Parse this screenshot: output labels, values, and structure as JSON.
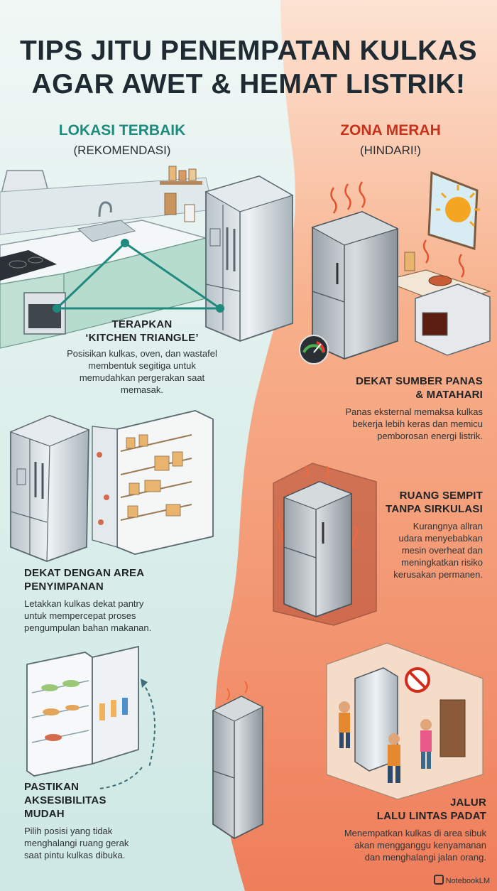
{
  "title": {
    "line1": "TIPS JITU PENEMPATAN KULKAS",
    "line2": "AGAR AWET & HEMAT LISTRIK!"
  },
  "left": {
    "heading": "LOKASI TERBAIK",
    "subheading": "(REKOMENDASI)",
    "tips": [
      {
        "title1": "TERAPKAN",
        "title2": "‘KITCHEN TRIANGLE’",
        "body": [
          "Posisikan kulkas, oven, dan wastafel",
          "membentuk segitiga untuk",
          "memudahkan pergerakan saat",
          "memasak."
        ]
      },
      {
        "title1": "DEKAT DENGAN AREA",
        "title2": "PENYIMPANAN",
        "body": [
          "Letakkan kulkas dekat pantry",
          "untuk mempercepat proses",
          "pengumpulan bahan makanan."
        ]
      },
      {
        "title1": "PASTIKAN",
        "title2": "AKSESIBILITAS",
        "title3": "MUDAH",
        "body": [
          "Pilih posisi yang tidak",
          "menghalangi ruang gerak",
          "saat pintu kulkas dibuka."
        ]
      }
    ]
  },
  "right": {
    "heading": "ZONA MERAH",
    "subheading": "(HINDARI!)",
    "tips": [
      {
        "title1": "DEKAT SUMBER PANAS",
        "title2": "& MATAHARI",
        "body": [
          "Panas eksternal memaksa kulkas",
          "bekerja lebih keras dan memicu",
          "pemborosan energi listrik."
        ]
      },
      {
        "title1": "RUANG SEMPIT",
        "title2": "TANPA SIRKULASI",
        "body": [
          "Kurangnya allran",
          "udara menyebabkan",
          "mesin overheat dan",
          "meningkatkan risiko",
          "kerusakan permanen."
        ]
      },
      {
        "title1": "JALUR",
        "title2": "LALU LINTAS PADAT",
        "body": [
          "Menempatkan kulkas di area sibuk",
          "akan mengganggu kenyamanan",
          "dan menghalangi jalan orang."
        ]
      }
    ]
  },
  "brand": "NotebookLM",
  "colors": {
    "left_accent": "#1f8a7d",
    "right_accent": "#c8321a",
    "left_bg": "#e3f1ee",
    "right_bg": "#f4a27c"
  }
}
